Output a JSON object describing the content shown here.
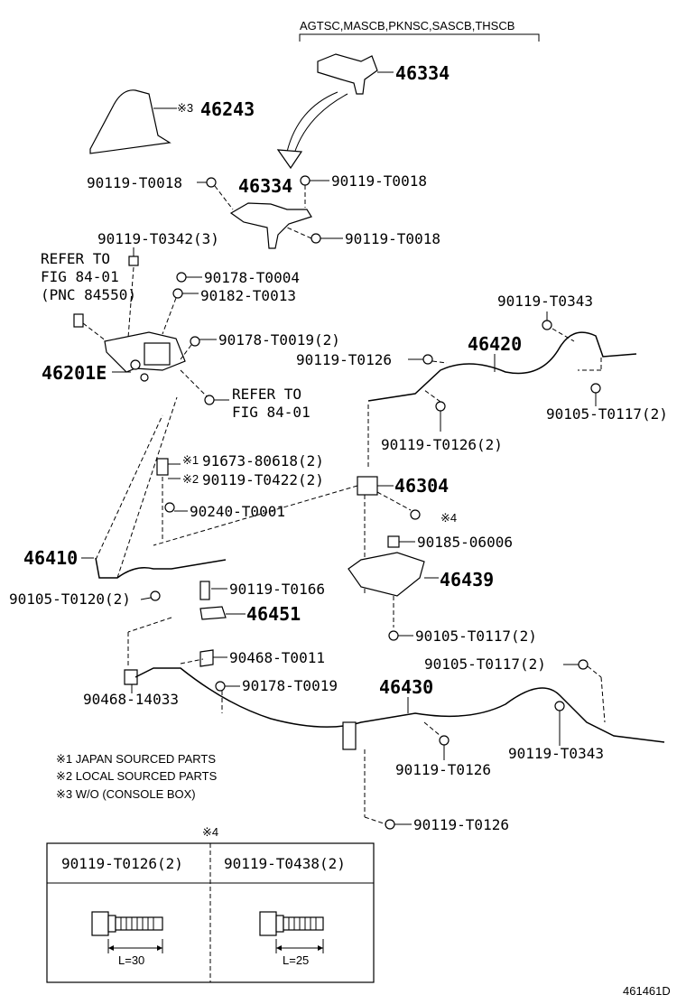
{
  "header_variants": "AGTSC,MASCB,PKNSC,SASCB,THSCB",
  "labels": {
    "p46334_top": "46334",
    "p46243": "46243",
    "mark_46243": "※3",
    "p90119_T0018_a": "90119-T0018",
    "p46334_mid": "46334",
    "p90119_T0018_b": "90119-T0018",
    "p90119_T0342": "90119-T0342(3)",
    "p90119_T0018_c": "90119-T0018",
    "refer1_line1": "REFER TO",
    "refer1_line2": "FIG 84-01",
    "refer1_line3": "(PNC 84550)",
    "p90178_T0004": "90178-T0004",
    "p90182_T0013": "90182-T0013",
    "p90119_T0343_top": "90119-T0343",
    "p90178_T0019_2": "90178-T0019(2)",
    "p46420": "46420",
    "p46201E": "46201E",
    "p90119_T0126_a": "90119-T0126",
    "refer2_line1": "REFER TO",
    "refer2_line2": "FIG 84-01",
    "p90105_T0117_2_a": "90105-T0117(2)",
    "p90119_T0126_2": "90119-T0126(2)",
    "mark1": "※1",
    "p91673_80618": "91673-80618(2)",
    "mark2": "※2",
    "p90119_T0422": "90119-T0422(2)",
    "p46304": "46304",
    "p90240_T0001": "90240-T0001",
    "mark4": "※4",
    "p90185_06006": "90185-06006",
    "p46410": "46410",
    "p46439": "46439",
    "p90105_T0120": "90105-T0120(2)",
    "p90119_T0166": "90119-T0166",
    "p46451": "46451",
    "p90105_T0117_2_b": "90105-T0117(2)",
    "p90468_T0011": "90468-T0011",
    "p90105_T0117_2_c": "90105-T0117(2)",
    "p46430": "46430",
    "p90178_T0019": "90178-T0019",
    "p90468_14033": "90468-14033",
    "p90119_T0343_bot": "90119-T0343",
    "p90119_T0126_b": "90119-T0126",
    "p90119_T0126_c": "90119-T0126"
  },
  "notes": [
    "※1  JAPAN SOURCED PARTS",
    "※2  LOCAL SOURCED PARTS",
    "※3  W/O (CONSOLE BOX)"
  ],
  "table": {
    "mark": "※4",
    "col1_header": "90119-T0126(2)",
    "col2_header": "90119-T0438(2)",
    "col1_length": "L=30",
    "col2_length": "L=25"
  },
  "figure_id": "461461D"
}
